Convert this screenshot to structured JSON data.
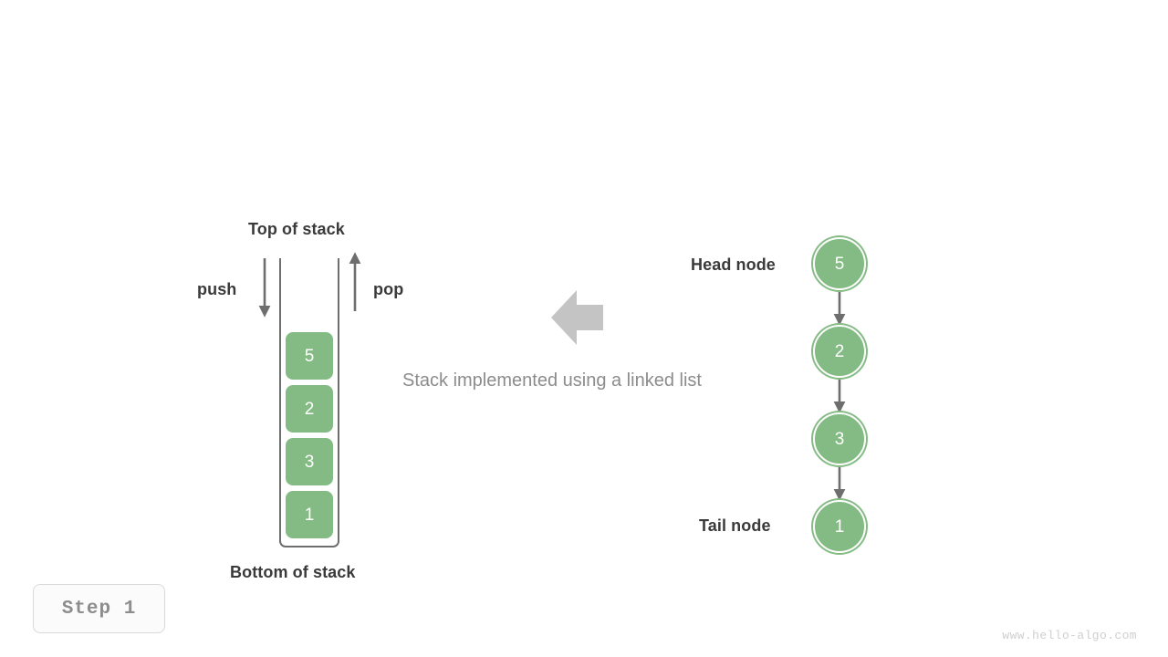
{
  "diagram": {
    "caption": "Stack implemented using a linked list",
    "center_arrow": {
      "icon": "left-block-arrow-icon",
      "direction": "left",
      "color": "#c4c4c4"
    },
    "colors": {
      "node_green": "#84bb84",
      "arrow_gray": "#6e6e6e",
      "label_dark": "#3a3a3a",
      "caption_gray": "#8c8c8c",
      "center_arrow_gray": "#c4c4c4",
      "badge_text_gray": "#8d8d8d",
      "watermark_gray": "#cfcfcf",
      "background": "#ffffff"
    }
  },
  "stack": {
    "top_label": "Top of stack",
    "bottom_label": "Bottom of stack",
    "push_label": "push",
    "pop_label": "pop",
    "items": [
      {
        "value": "5"
      },
      {
        "value": "2"
      },
      {
        "value": "3"
      },
      {
        "value": "1"
      }
    ]
  },
  "linked_list": {
    "head_label": "Head node",
    "tail_label": "Tail node",
    "nodes": [
      {
        "value": "5"
      },
      {
        "value": "2"
      },
      {
        "value": "3"
      },
      {
        "value": "1"
      }
    ]
  },
  "step": {
    "label": "Step 1"
  },
  "watermark": {
    "text": "www.hello-algo.com"
  }
}
